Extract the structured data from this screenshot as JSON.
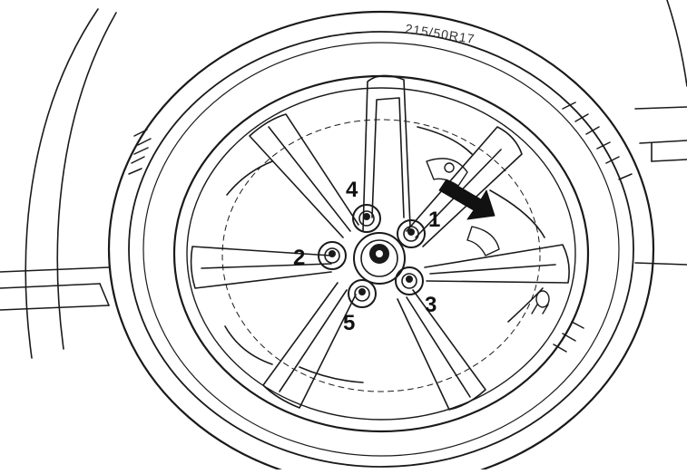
{
  "tire_size": "215/50R17",
  "lug_nut_order": [
    {
      "label": "1"
    },
    {
      "label": "2"
    },
    {
      "label": "3"
    },
    {
      "label": "4"
    },
    {
      "label": "5"
    }
  ],
  "colors": {
    "line": "#1a1a1a",
    "background": "#ffffff"
  },
  "icons": [
    "arrow-indicator-icon",
    "valve-stem-icon"
  ]
}
